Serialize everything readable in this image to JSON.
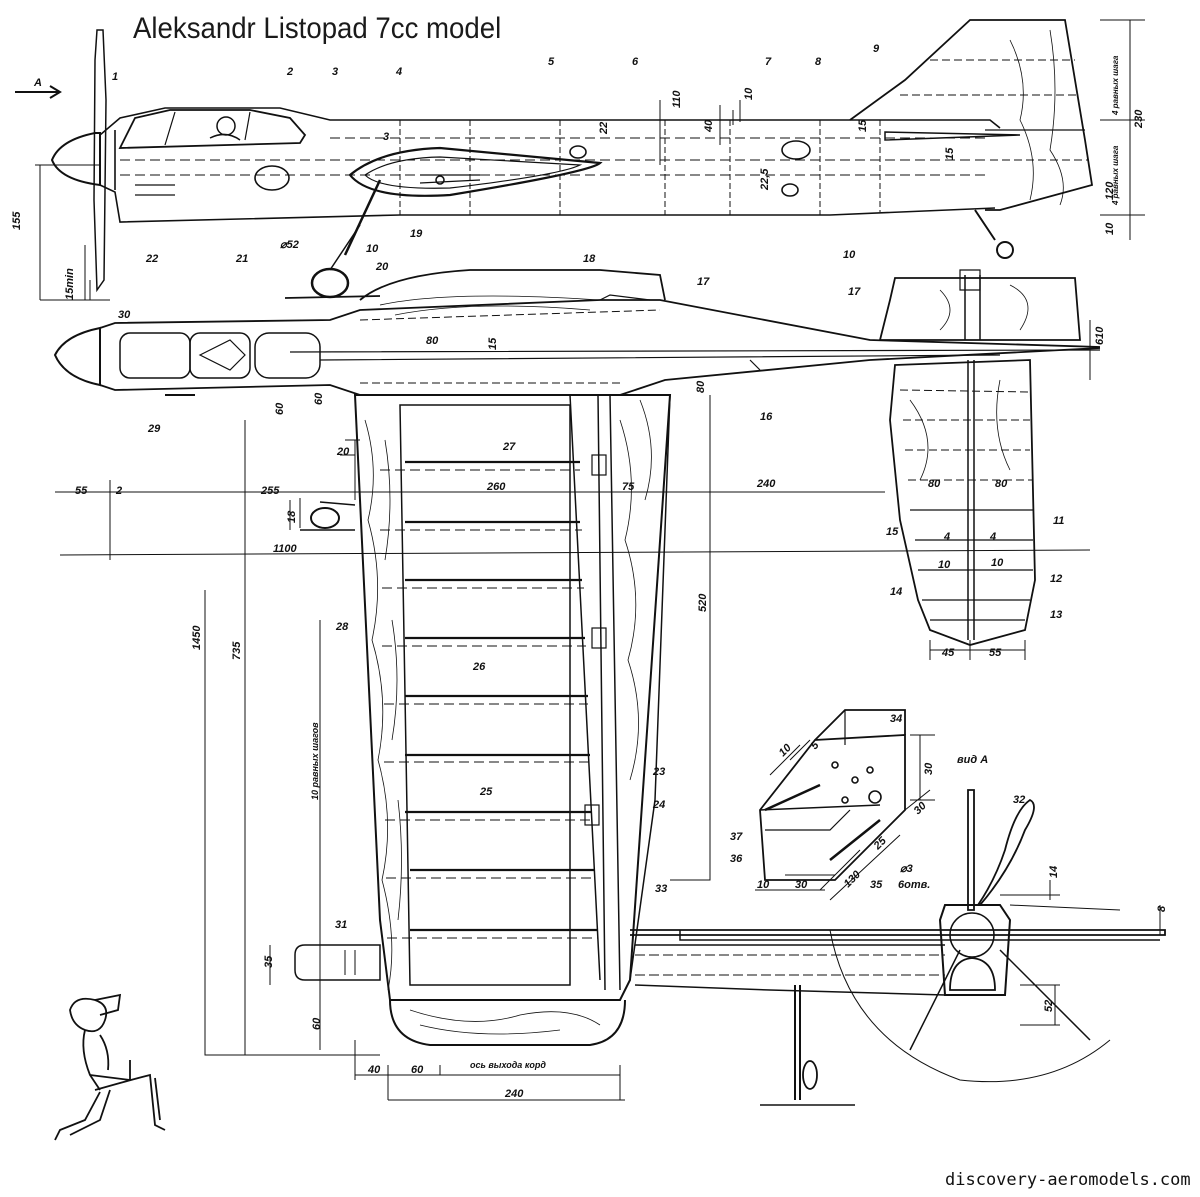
{
  "title": "Aleksandr Listopad 7cc model",
  "footer": "discovery-aeromodels.com",
  "view_a_label": "вид А",
  "arrow_label": "А",
  "cord_axis_label": "ось выхода корд",
  "equal_steps_4": "4 равных шага",
  "equal_steps_10": "10 равных шагов",
  "part_numbers": [
    "1",
    "2",
    "3",
    "4",
    "5",
    "6",
    "7",
    "8",
    "9",
    "10",
    "11",
    "12",
    "13",
    "14",
    "15",
    "16",
    "17",
    "18",
    "19",
    "20",
    "21",
    "22",
    "23",
    "24",
    "25",
    "26",
    "27",
    "28",
    "29",
    "30",
    "31",
    "32",
    "33",
    "34",
    "35",
    "36",
    "37"
  ],
  "dimensions": {
    "d110": "110",
    "d10a": "10",
    "d40": "40",
    "d22": "22",
    "d22_5": "22,5",
    "d15a": "15",
    "d15b": "15",
    "d230": "230",
    "d120": "120",
    "d10b": "10",
    "d155": "155",
    "d15min": "15min",
    "d52": "⌀52",
    "d10c": "10",
    "d3": "3",
    "d610": "610",
    "d80a": "80",
    "d15c": "15",
    "d80b": "80",
    "d60a": "60",
    "d60b": "60",
    "d55a": "55",
    "d2": "2",
    "d255": "255",
    "d260": "260",
    "d75": "75",
    "d240a": "240",
    "d20": "20",
    "d18": "18",
    "d1100": "1100",
    "d80c": "80",
    "d80d": "80",
    "d4a": "4",
    "d4b": "4",
    "d10d": "10",
    "d10e": "10",
    "d45": "45",
    "d55b": "55",
    "d520": "520",
    "d1450": "1450",
    "d735": "735",
    "d35a": "35",
    "d60c": "60",
    "d40b": "40",
    "d60d": "60",
    "d240b": "240",
    "d10f": "10",
    "d5": "5",
    "d30a": "30",
    "d30b": "30",
    "d25": "25",
    "d130": "130",
    "d10g": "10",
    "d30c": "30",
    "d3holes": "⌀3",
    "holes6": "6отв.",
    "d14": "14",
    "d8": "8",
    "d52b": "52"
  }
}
